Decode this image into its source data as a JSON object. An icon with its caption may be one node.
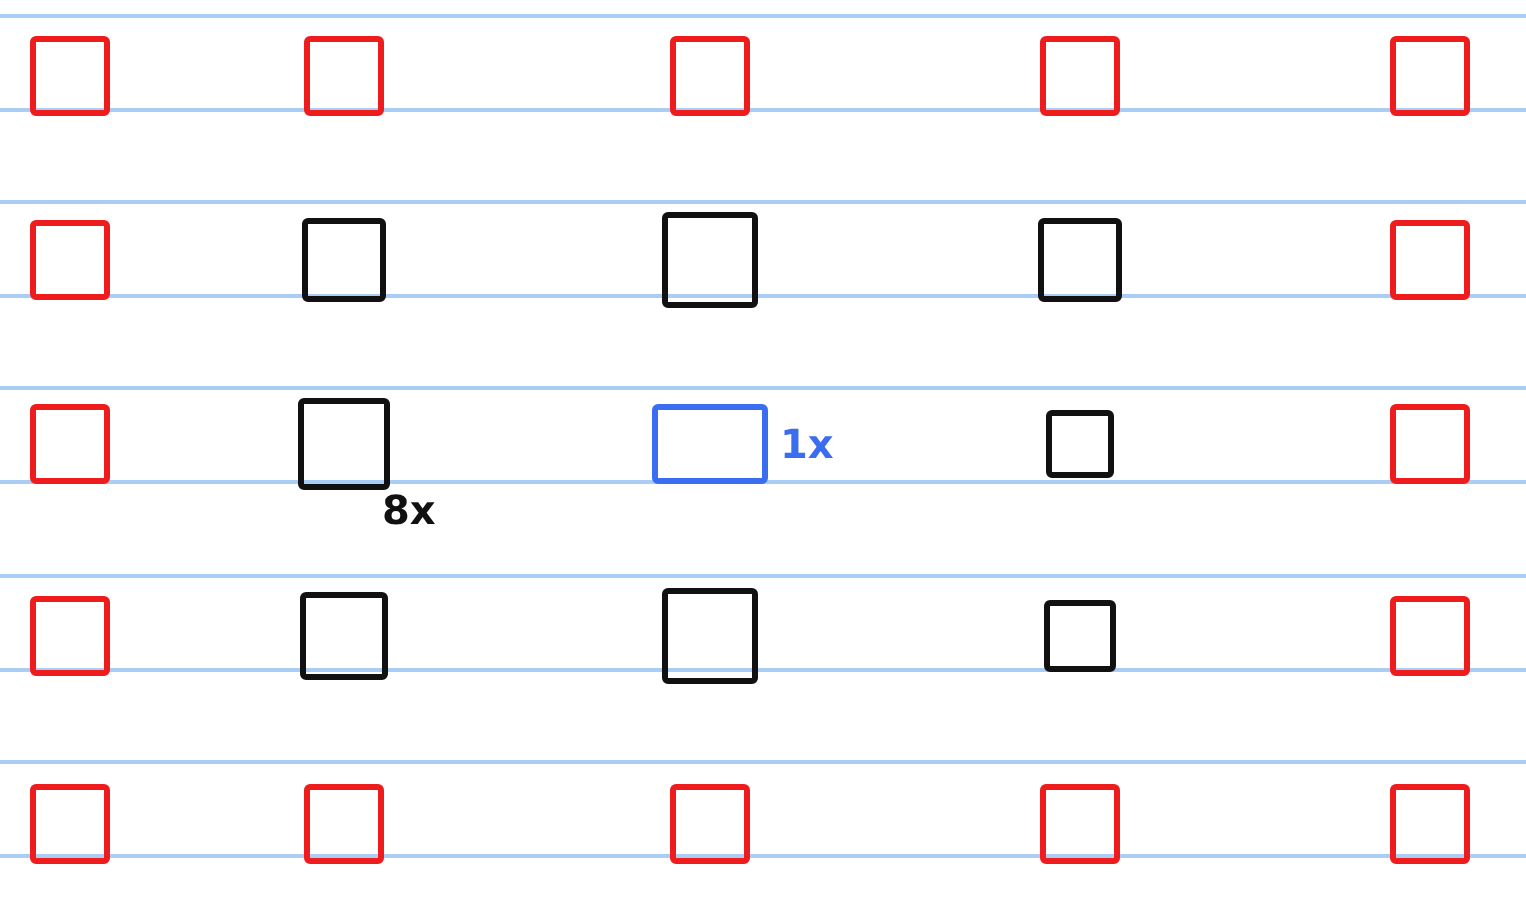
{
  "diagram": {
    "nodes": [
      {
        "text": [],
        "shape": "box"
      },
      {
        "text": [],
        "shape": "box"
      },
      {
        "text": [],
        "shape": "box"
      },
      {
        "text": [],
        "shape": "box"
      },
      {
        "text": [],
        "shape": "box"
      },
      {
        "text": [],
        "shape": "box"
      },
      {
        "text": [],
        "shape": "box"
      },
      {
        "text": [],
        "shape": "box"
      },
      {
        "text": [],
        "shape": "box"
      },
      {
        "text": [],
        "shape": "box"
      },
      {
        "text": [],
        "shape": "box"
      },
      {
        "text": [],
        "shape": "box",
        "beside": [
          "8x"
        ]
      },
      {
        "text": [],
        "shape": "box",
        "beside": [
          "1x"
        ]
      },
      {
        "text": [],
        "shape": "box"
      },
      {
        "text": [],
        "shape": "box"
      },
      {
        "text": [],
        "shape": "box"
      },
      {
        "text": [],
        "shape": "box"
      },
      {
        "text": [],
        "shape": "box"
      },
      {
        "text": [],
        "shape": "box"
      },
      {
        "text": [],
        "shape": "box"
      },
      {
        "text": [],
        "shape": "box"
      },
      {
        "text": [],
        "shape": "box"
      },
      {
        "text": [],
        "shape": "box"
      },
      {
        "text": [],
        "shape": "box"
      },
      {
        "text": [],
        "shape": "box"
      }
    ]
  }
}
